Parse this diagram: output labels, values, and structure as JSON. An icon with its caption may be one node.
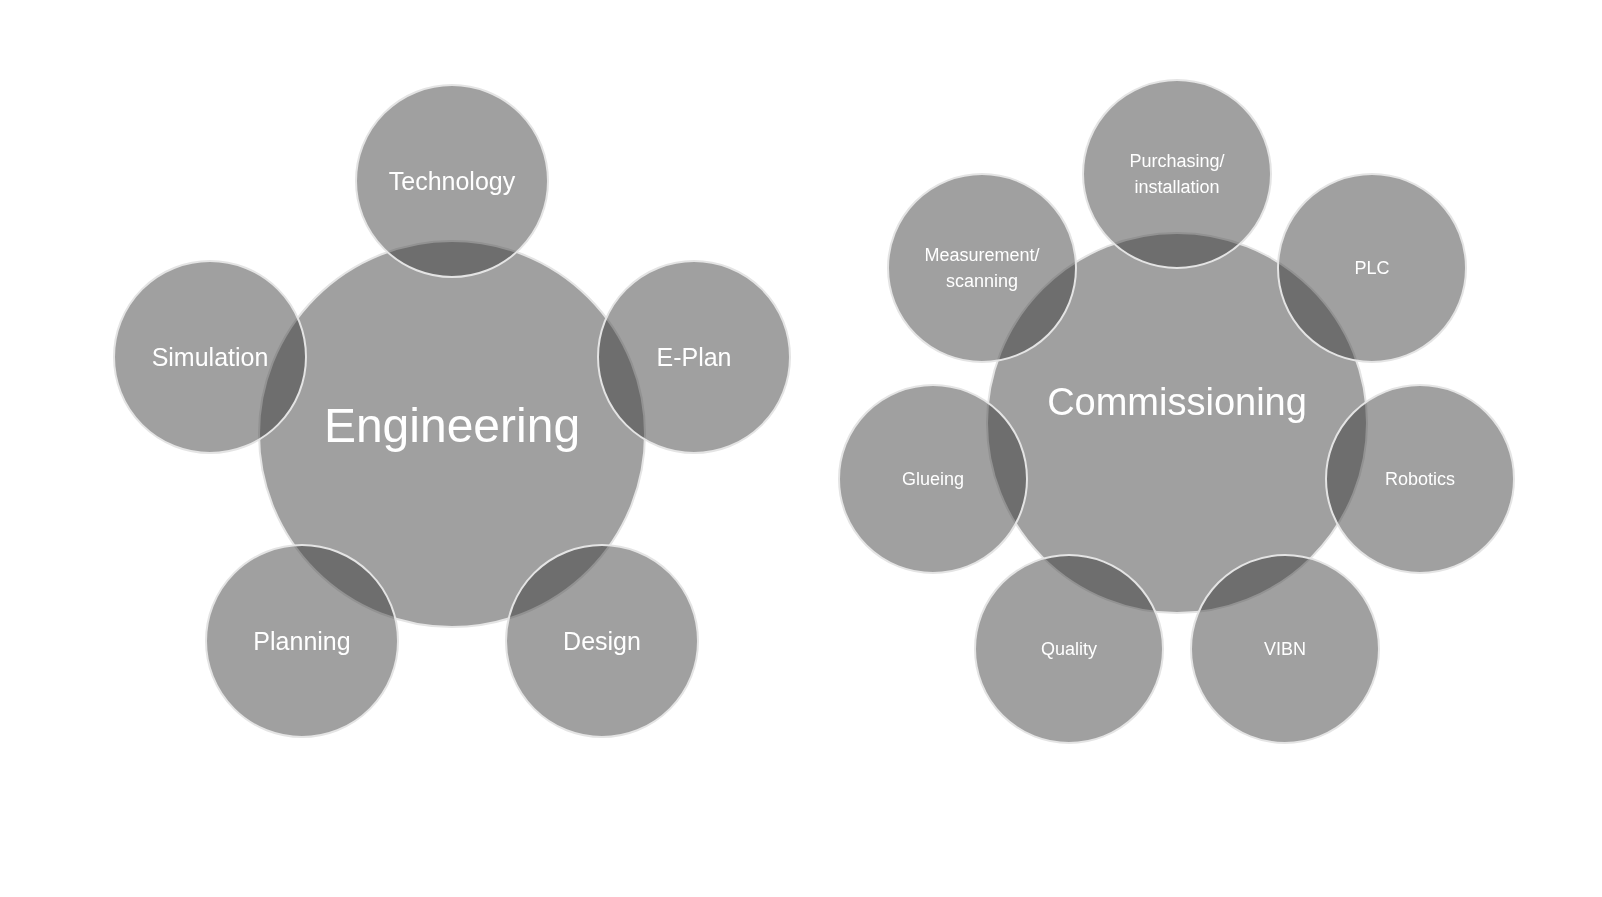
{
  "diagram": {
    "nodes": [
      {
        "text": [
          "Engineering"
        ]
      },
      {
        "text": [
          "Technology"
        ]
      },
      {
        "text": [
          "Simulation"
        ]
      },
      {
        "text": [
          "E-Plan"
        ]
      },
      {
        "text": [
          "Planning"
        ]
      },
      {
        "text": [
          "Design"
        ]
      },
      {
        "text": [
          "Commissioning"
        ]
      },
      {
        "text": [
          "Purchasing/ installation"
        ]
      },
      {
        "text": [
          "Measurement/ scanning"
        ]
      },
      {
        "text": [
          "PLC"
        ]
      },
      {
        "text": [
          "Glueing"
        ]
      },
      {
        "text": [
          "Robotics"
        ]
      },
      {
        "text": [
          "Quality"
        ]
      },
      {
        "text": [
          "VIBN"
        ]
      }
    ]
  }
}
